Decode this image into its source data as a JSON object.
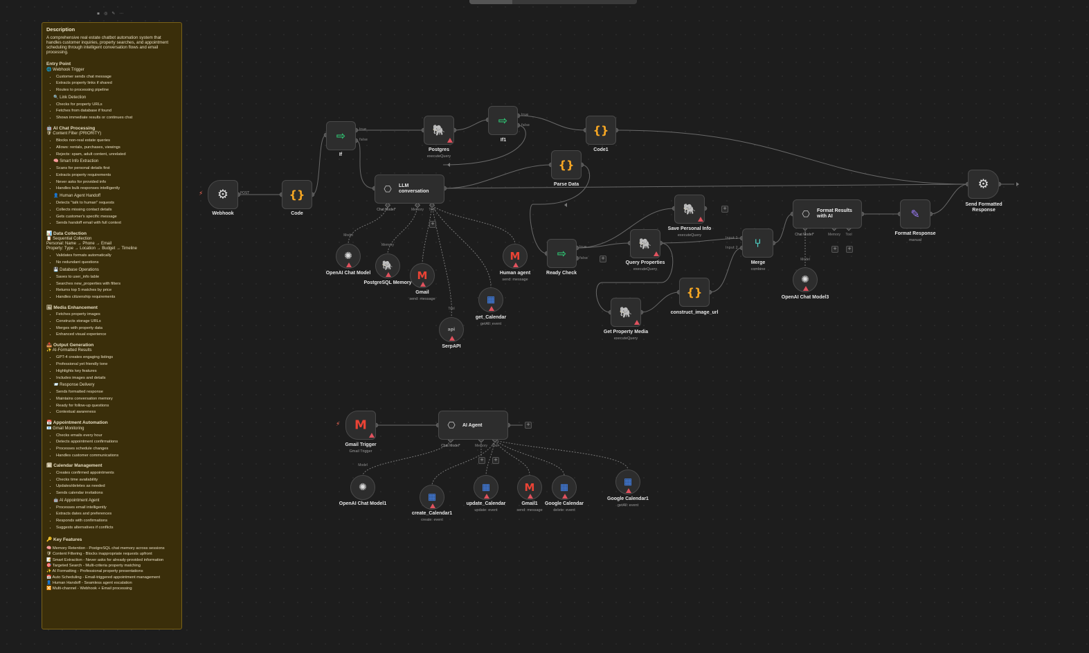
{
  "sticky_tools": [
    "▪",
    "◎",
    "✎",
    "⋯"
  ],
  "note": {
    "title": "Description",
    "intro": "A comprehensive real estate chatbot automation system that handles customer inquiries, property searches, and appointment scheduling through intelligent conversation flows and email processing.",
    "entry_point": "Entry Point",
    "webhook_trigger": "🌐 Webhook Trigger",
    "webhook_items": [
      "Customer sends chat message",
      "Extracts property links if shared",
      "Routes to processing pipeline"
    ],
    "link_detection": "🔍 Link Detection",
    "link_items": [
      "Checks for property URLs",
      "Fetches from database if found",
      "Shows immediate results or continues chat"
    ],
    "ai_chat": "🤖 AI Chat Processing",
    "content_filter": "🛡 Content Filter (PRIORITY)",
    "filter_items": [
      "Blocks non-real estate queries",
      "Allows: rentals, purchases, viewings",
      "Rejects: spam, adult content, unrelated"
    ],
    "smart_info": "🧠 Smart Info Extraction",
    "smart_items": [
      "Scans for personal details first",
      "Extracts property requirements",
      "Never asks for provided info",
      "Handles bulk responses intelligently"
    ],
    "human_handoff": "👤 Human Agent Handoff",
    "handoff_items": [
      "Detects \"talk to human\" requests",
      "Collects missing contact details",
      "Gets customer's specific message",
      "Sends handoff email with full context"
    ],
    "data_collection": "📊 Data Collection",
    "sequential": "📋 Sequential Collection",
    "personal_line": "Personal: Name → Phone → Email",
    "property_line": "Property: Type → Location → Budget → Timeline",
    "seq_items": [
      "Validates formats automatically",
      "No redundant questions"
    ],
    "db_ops": "💾 Database Operations",
    "db_items": [
      "Saves to user_info table",
      "Searches new_properties with filters",
      "Returns top 5 matches by price",
      "Handles citizenship requirements"
    ],
    "media": "🖼 Media Enhancement",
    "media_items": [
      "Fetches property images",
      "Constructs storage URLs",
      "Merges with property data",
      "Enhanced visual experience"
    ],
    "output": "📤 Output Generation",
    "ai_formatted": "✨ AI-Formatted Results",
    "output_items": [
      "GPT-4 creates engaging listings",
      "Professional yet friendly tone",
      "Highlights key features",
      "Includes images and details"
    ],
    "response_delivery": "📨 Response Delivery",
    "delivery_items": [
      "Sends formatted response",
      "Maintains conversation memory",
      "Ready for follow-up questions",
      "Contextual awareness"
    ],
    "appointment": "📅 Appointment Automation",
    "gmail_monitoring": "📧 Gmail Monitoring",
    "gmail_items": [
      "Checks emails every hour",
      "Detects appointment confirmations",
      "Processes schedule changes",
      "Handles customer communications"
    ],
    "calendar_mgmt": "🗓 Calendar Management",
    "calendar_items": [
      "Creates confirmed appointments",
      "Checks time availability",
      "Updates/deletes as needed",
      "Sends calendar invitations"
    ],
    "ai_appt_agent": "🤖 AI Appointment Agent",
    "appt_items": [
      "Processes email intelligently",
      "Extracts dates and preferences",
      "Responds with confirmations",
      "Suggests alternatives if conflicts"
    ],
    "key_features": "🔑 Key Features",
    "features": [
      "🧠 Memory Retention - PostgreSQL chat memory across sessions",
      "🛡 Content Filtering - Blocks inappropriate requests upfront",
      "📝 Smart Extraction - Never asks for already-provided information",
      "🎯 Targeted Search - Multi-criteria property matching",
      "✨ AI Formatting - Professional property presentations",
      "📅 Auto Scheduling - Email-triggered appointment management",
      "👤 Human Handoff - Seamless agent escalation",
      "🔀 Multi-channel - Webhook + Email processing"
    ]
  },
  "colors": {
    "sticky_bg": "#3a2e0a",
    "accent": "#ff6d5a",
    "if_green": "#2fbf71",
    "code_orange": "#f5a623",
    "postgres_blue": "#336791",
    "merge_teal": "#4fd1c5",
    "format_purple": "#9b7bf7",
    "warn_red": "#e0525e"
  },
  "nodes": {
    "webhook": {
      "label": "Webhook",
      "icon": "webhook-icon"
    },
    "code": {
      "label": "Code",
      "icon": "braces-icon"
    },
    "if": {
      "label": "If",
      "icon": "if-signpost-icon"
    },
    "postgres": {
      "label": "Postgres",
      "sub": "executeQuery",
      "icon": "postgres-elephant-icon"
    },
    "if1": {
      "label": "If1",
      "icon": "if-signpost-icon"
    },
    "code1": {
      "label": "Code1",
      "icon": "braces-icon"
    },
    "parse_data": {
      "label": "Parse Data",
      "icon": "braces-icon"
    },
    "llm": {
      "label": "LLM conversation",
      "icon": "robot-icon"
    },
    "openai_chat_model": {
      "label": "OpenAI Chat Model",
      "icon": "openai-icon"
    },
    "postgres_memory": {
      "label": "PostgreSQL Memory",
      "icon": "postgres-elephant-icon"
    },
    "gmail": {
      "label": "Gmail",
      "sub": "send: message",
      "icon": "gmail-icon"
    },
    "human_agent": {
      "label": "Human agent",
      "sub": "send: message",
      "icon": "gmail-icon"
    },
    "get_calendar": {
      "label": "get_Calendar",
      "sub": "getAll: event",
      "icon": "google-calendar-icon"
    },
    "serpapi": {
      "label": "SerpAPI",
      "icon": "serpapi-icon"
    },
    "ready_check": {
      "label": "Ready Check",
      "icon": "if-signpost-icon"
    },
    "save_personal": {
      "label": "Save Personal Info",
      "sub": "executeQuery",
      "icon": "postgres-elephant-icon"
    },
    "query_props": {
      "label": "Query Properties",
      "sub": "executeQuery",
      "icon": "postgres-elephant-icon"
    },
    "get_media": {
      "label": "Get Property Media",
      "sub": "executeQuery",
      "icon": "postgres-elephant-icon"
    },
    "construct_url": {
      "label": "construct_image_url",
      "icon": "braces-icon"
    },
    "merge": {
      "label": "Merge",
      "sub": "combine",
      "icon": "merge-icon"
    },
    "format_ai": {
      "label": "Format Results with AI",
      "icon": "robot-icon"
    },
    "openai3": {
      "label": "OpenAI Chat Model3",
      "icon": "openai-icon"
    },
    "format_response": {
      "label": "Format Response",
      "sub": "manual",
      "icon": "pencil-icon"
    },
    "send_response": {
      "label": "Send Formatted Response",
      "icon": "webhook-icon"
    },
    "gmail_trigger": {
      "label": "Gmail Trigger",
      "sub": "Gmail Trigger",
      "icon": "gmail-icon"
    },
    "ai_agent": {
      "label": "AI Agent",
      "icon": "robot-icon"
    },
    "openai1": {
      "label": "OpenAI Chat Model1",
      "icon": "openai-icon"
    },
    "create_cal": {
      "label": "create_Calendar1",
      "sub": "create: event",
      "icon": "google-calendar-icon"
    },
    "update_cal": {
      "label": "update_Calendar",
      "sub": "update: event",
      "icon": "google-calendar-icon"
    },
    "gmail1": {
      "label": "Gmail1",
      "sub": "send: message",
      "icon": "gmail-icon"
    },
    "google_cal": {
      "label": "Google Calendar",
      "sub": "delete: event",
      "icon": "google-calendar-icon"
    },
    "google_cal1": {
      "label": "Google Calendar1",
      "sub": "getAll: event",
      "icon": "google-calendar-icon"
    }
  },
  "pins": {
    "chat_model": "Chat Model*",
    "memory": "Memory",
    "tool": "Tool",
    "model": "Model",
    "input1": "Input 1",
    "input2": "Input 2",
    "true": "true",
    "false": "false",
    "post": "POST"
  }
}
